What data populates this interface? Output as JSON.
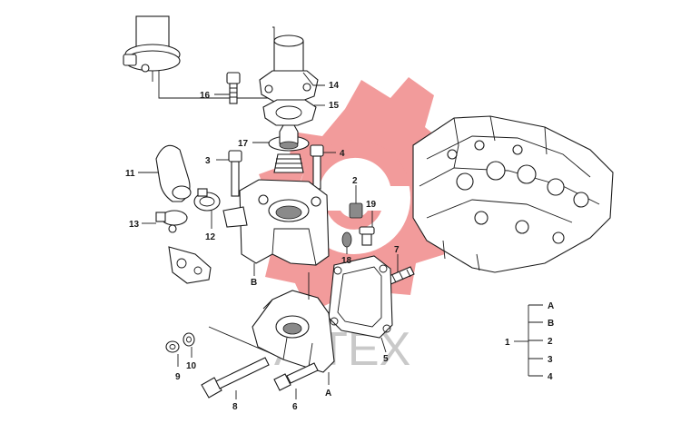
{
  "colors": {
    "watermark_red": "#f08a8a",
    "watermark_gray": "#c9c9c9",
    "line": "#1a1a1a"
  },
  "watermark": {
    "icon": "gear-logo-icon",
    "text": "AITEX"
  },
  "callouts": {
    "c2": "2",
    "c3": "3",
    "c4": "4",
    "c5": "5",
    "c6": "6",
    "c7": "7",
    "c8": "8",
    "c9": "9",
    "c10": "10",
    "c11": "11",
    "c12": "12",
    "c13": "13",
    "c14": "14",
    "c15": "15",
    "c16": "16",
    "c17": "17",
    "c18": "18",
    "c19": "19",
    "cB": "B",
    "cA": "A"
  },
  "legend": {
    "root": "1",
    "items": [
      "A",
      "B",
      "2",
      "3",
      "4"
    ]
  }
}
